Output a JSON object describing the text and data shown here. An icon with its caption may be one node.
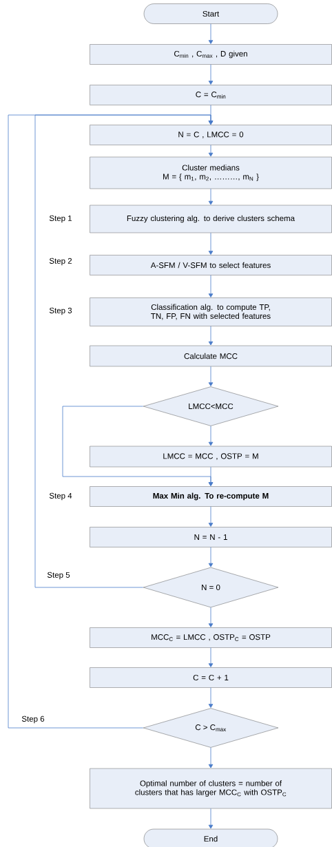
{
  "diagram": {
    "nodes": [
      {
        "text": [
          "Start"
        ]
      },
      {
        "text": [
          "C$_{min}$ , C$_{max}$ , D given"
        ]
      },
      {
        "text": [
          "C = C$_{min}$"
        ]
      },
      {
        "text": [
          "N = C , LMCC = 0"
        ]
      },
      {
        "text": [
          "Cluster medians",
          "M = { m$_{1}$, m$_{2}$, ………, m$_{N}$ }"
        ]
      },
      {
        "text": [
          "Fuzzy clustering alg. to derive clusters schema"
        ],
        "beside": [
          "Step 1"
        ]
      },
      {
        "text": [
          "A-SFM / V-SFM to select features"
        ],
        "beside": [
          "Step 2"
        ]
      },
      {
        "text": [
          "Classification alg. to compute TP, TN, FP, FN with selected features"
        ],
        "beside": [
          "Step 3"
        ]
      },
      {
        "text": [
          "Calculate MCC"
        ]
      },
      {
        "text": [
          "LMCC<MCC"
        ]
      },
      {
        "text": [
          "LMCC = MCC , OSTP = M"
        ]
      },
      {
        "text": [
          "Max Min alg. To re-compute M"
        ],
        "beside": [
          "Step 4"
        ]
      },
      {
        "text": [
          "N = N - 1"
        ]
      },
      {
        "text": [
          "N = 0"
        ]
      },
      {
        "text": [
          "MCC$_{C}$ = LMCC , OSTP$_{C}$ = OSTP"
        ]
      },
      {
        "text": [
          "C = C + 1"
        ]
      },
      {
        "text": [
          "C > C$_{max}$"
        ]
      },
      {
        "text": [
          "Optimal number of clusters = number of clusters that has larger MCC$_{C}$ with OSTP$_{C}$"
        ]
      },
      {
        "text": [
          "End"
        ]
      }
    ],
    "edges": [
      {
        "from": 0,
        "to": 1,
        "arrow": "to"
      },
      {
        "from": 1,
        "to": 2,
        "arrow": "to"
      },
      {
        "from": 2,
        "to": 3,
        "arrow": "to"
      },
      {
        "from": 3,
        "to": 4,
        "arrow": "to"
      },
      {
        "from": 4,
        "to": 5,
        "arrow": "to"
      },
      {
        "from": 5,
        "to": 6,
        "arrow": "to"
      },
      {
        "from": 6,
        "to": 7,
        "arrow": "to"
      },
      {
        "from": 7,
        "to": 8,
        "arrow": "to"
      },
      {
        "from": 8,
        "to": 9,
        "arrow": "to"
      },
      {
        "from": 9,
        "to": 10,
        "arrow": "to"
      },
      {
        "from": 9,
        "to": 11,
        "arrow": "to"
      },
      {
        "from": 10,
        "to": 11,
        "arrow": "to"
      },
      {
        "from": 11,
        "to": 12,
        "arrow": "to"
      },
      {
        "from": 12,
        "to": 13,
        "arrow": "to"
      },
      {
        "from": 13,
        "to": 3,
        "arrow": "to"
      },
      {
        "from": 13,
        "to": 14,
        "arrow": "to"
      },
      {
        "from": 14,
        "to": 15,
        "arrow": "to"
      },
      {
        "from": 15,
        "to": 16,
        "arrow": "to"
      },
      {
        "from": 16,
        "to": 3,
        "arrow": "to"
      },
      {
        "from": 16,
        "to": 17,
        "arrow": "to"
      },
      {
        "from": 17,
        "to": 18,
        "arrow": "to"
      }
    ],
    "labels": [
      "Step 5",
      "Step 6"
    ]
  }
}
